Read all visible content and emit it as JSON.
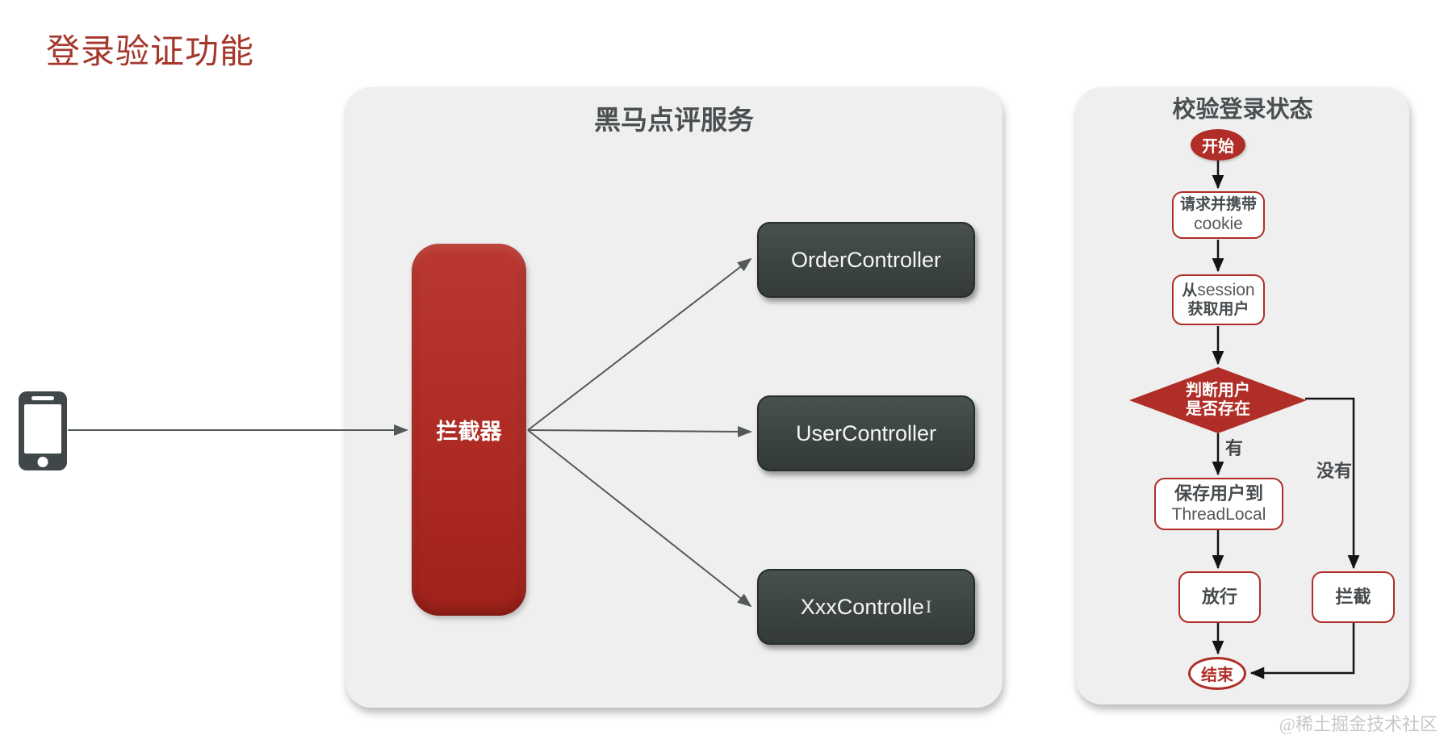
{
  "page": {
    "title": "登录验证功能",
    "watermark": "@稀土掘金技术社区"
  },
  "colors": {
    "accent_red": "#b02e27",
    "dark_box": "#3f4749",
    "panel_bg": "#efefef",
    "heading_red": "#a5372c"
  },
  "main_panel": {
    "title": "黑马点评服务",
    "interceptor": "拦截器",
    "controllers": [
      {
        "label": "OrderController"
      },
      {
        "label": "UserController"
      },
      {
        "label": "XxxControlle",
        "cursor": "I"
      }
    ]
  },
  "flow_panel": {
    "title": "校验登录状态",
    "start": "开始",
    "request_cookie": {
      "line1": "请求并携带",
      "line2": "cookie"
    },
    "get_session": {
      "line1_cn": "从",
      "line1_en": "session",
      "line2": "获取用户"
    },
    "judge": {
      "line1": "判断用户",
      "line2": "是否存在"
    },
    "label_yes": "有",
    "label_no": "没有",
    "save_threadlocal": {
      "line1": "保存用户到",
      "line2": "ThreadLocal"
    },
    "pass": "放行",
    "intercept": "拦截",
    "end": "结束"
  }
}
